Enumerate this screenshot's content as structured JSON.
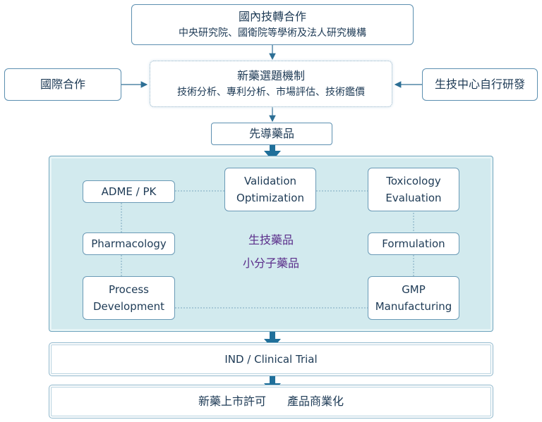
{
  "top_box": {
    "title": "國內技轉合作",
    "subtitle": "中央研究院、國衛院等學術及法人研究機構"
  },
  "left_box": {
    "label": "國際合作"
  },
  "right_box": {
    "label": "生技中心自行研發"
  },
  "selection_box": {
    "title": "新藥選題機制",
    "subtitle": "技術分析、專利分析、市場評估、技術鑑價"
  },
  "lead_box": {
    "label": "先導藥品"
  },
  "panel": {
    "center_lines": [
      "生技藥品",
      "小分子藥品"
    ],
    "adme": "ADME / PK",
    "validation": [
      "Validation",
      "Optimization"
    ],
    "toxicology": [
      "Toxicology",
      "Evaluation"
    ],
    "pharmacology": "Pharmacology",
    "formulation": "Formulation",
    "process": [
      "Process",
      "Development"
    ],
    "gmp": [
      "GMP",
      "Manufacturing"
    ]
  },
  "ind_box": {
    "label": "IND / Clinical Trial"
  },
  "final_box": {
    "label_a": "新藥上市許可",
    "label_b": "產品商業化"
  },
  "colors": {
    "border": "#5c8fb0",
    "panel_fill": "#d2eaee",
    "arrow": "#1f6f9a",
    "center_text": "#5a2d8a",
    "text": "#1d3a55"
  }
}
